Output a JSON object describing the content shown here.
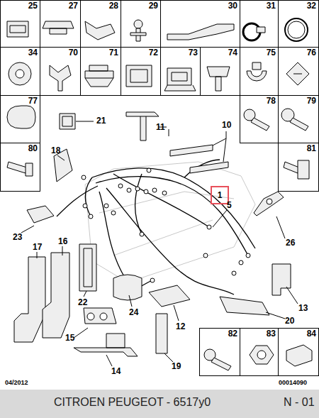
{
  "diagram": {
    "caption": "CITROEN PEUGEOT - 6517y0",
    "nodes": [
      {
        "text": [
          "25"
        ]
      },
      {
        "text": [
          "27"
        ]
      },
      {
        "text": [
          "28"
        ]
      },
      {
        "text": [
          "29"
        ]
      },
      {
        "text": [
          "30"
        ]
      },
      {
        "text": [
          "31"
        ]
      },
      {
        "text": [
          "32"
        ]
      },
      {
        "text": [
          "34"
        ]
      },
      {
        "text": [
          "70"
        ]
      },
      {
        "text": [
          "71"
        ]
      },
      {
        "text": [
          "72"
        ]
      },
      {
        "text": [
          "73"
        ]
      },
      {
        "text": [
          "74"
        ]
      },
      {
        "text": [
          "75"
        ]
      },
      {
        "text": [
          "76"
        ]
      },
      {
        "text": [
          "77"
        ]
      },
      {
        "text": [
          "78"
        ]
      },
      {
        "text": [
          "79"
        ]
      },
      {
        "text": [
          "80"
        ]
      },
      {
        "text": [
          "81"
        ]
      },
      {
        "text": [
          "1"
        ]
      },
      {
        "text": [
          "82"
        ]
      },
      {
        "text": [
          "83"
        ]
      },
      {
        "text": [
          "84"
        ]
      }
    ],
    "labels": [
      "21",
      "11",
      "10",
      "18",
      "5",
      "26",
      "23",
      "16",
      "17",
      "22",
      "24",
      "12",
      "13",
      "20",
      "15",
      "14",
      "19",
      "04/2012",
      "00014090",
      "N - 01"
    ]
  }
}
